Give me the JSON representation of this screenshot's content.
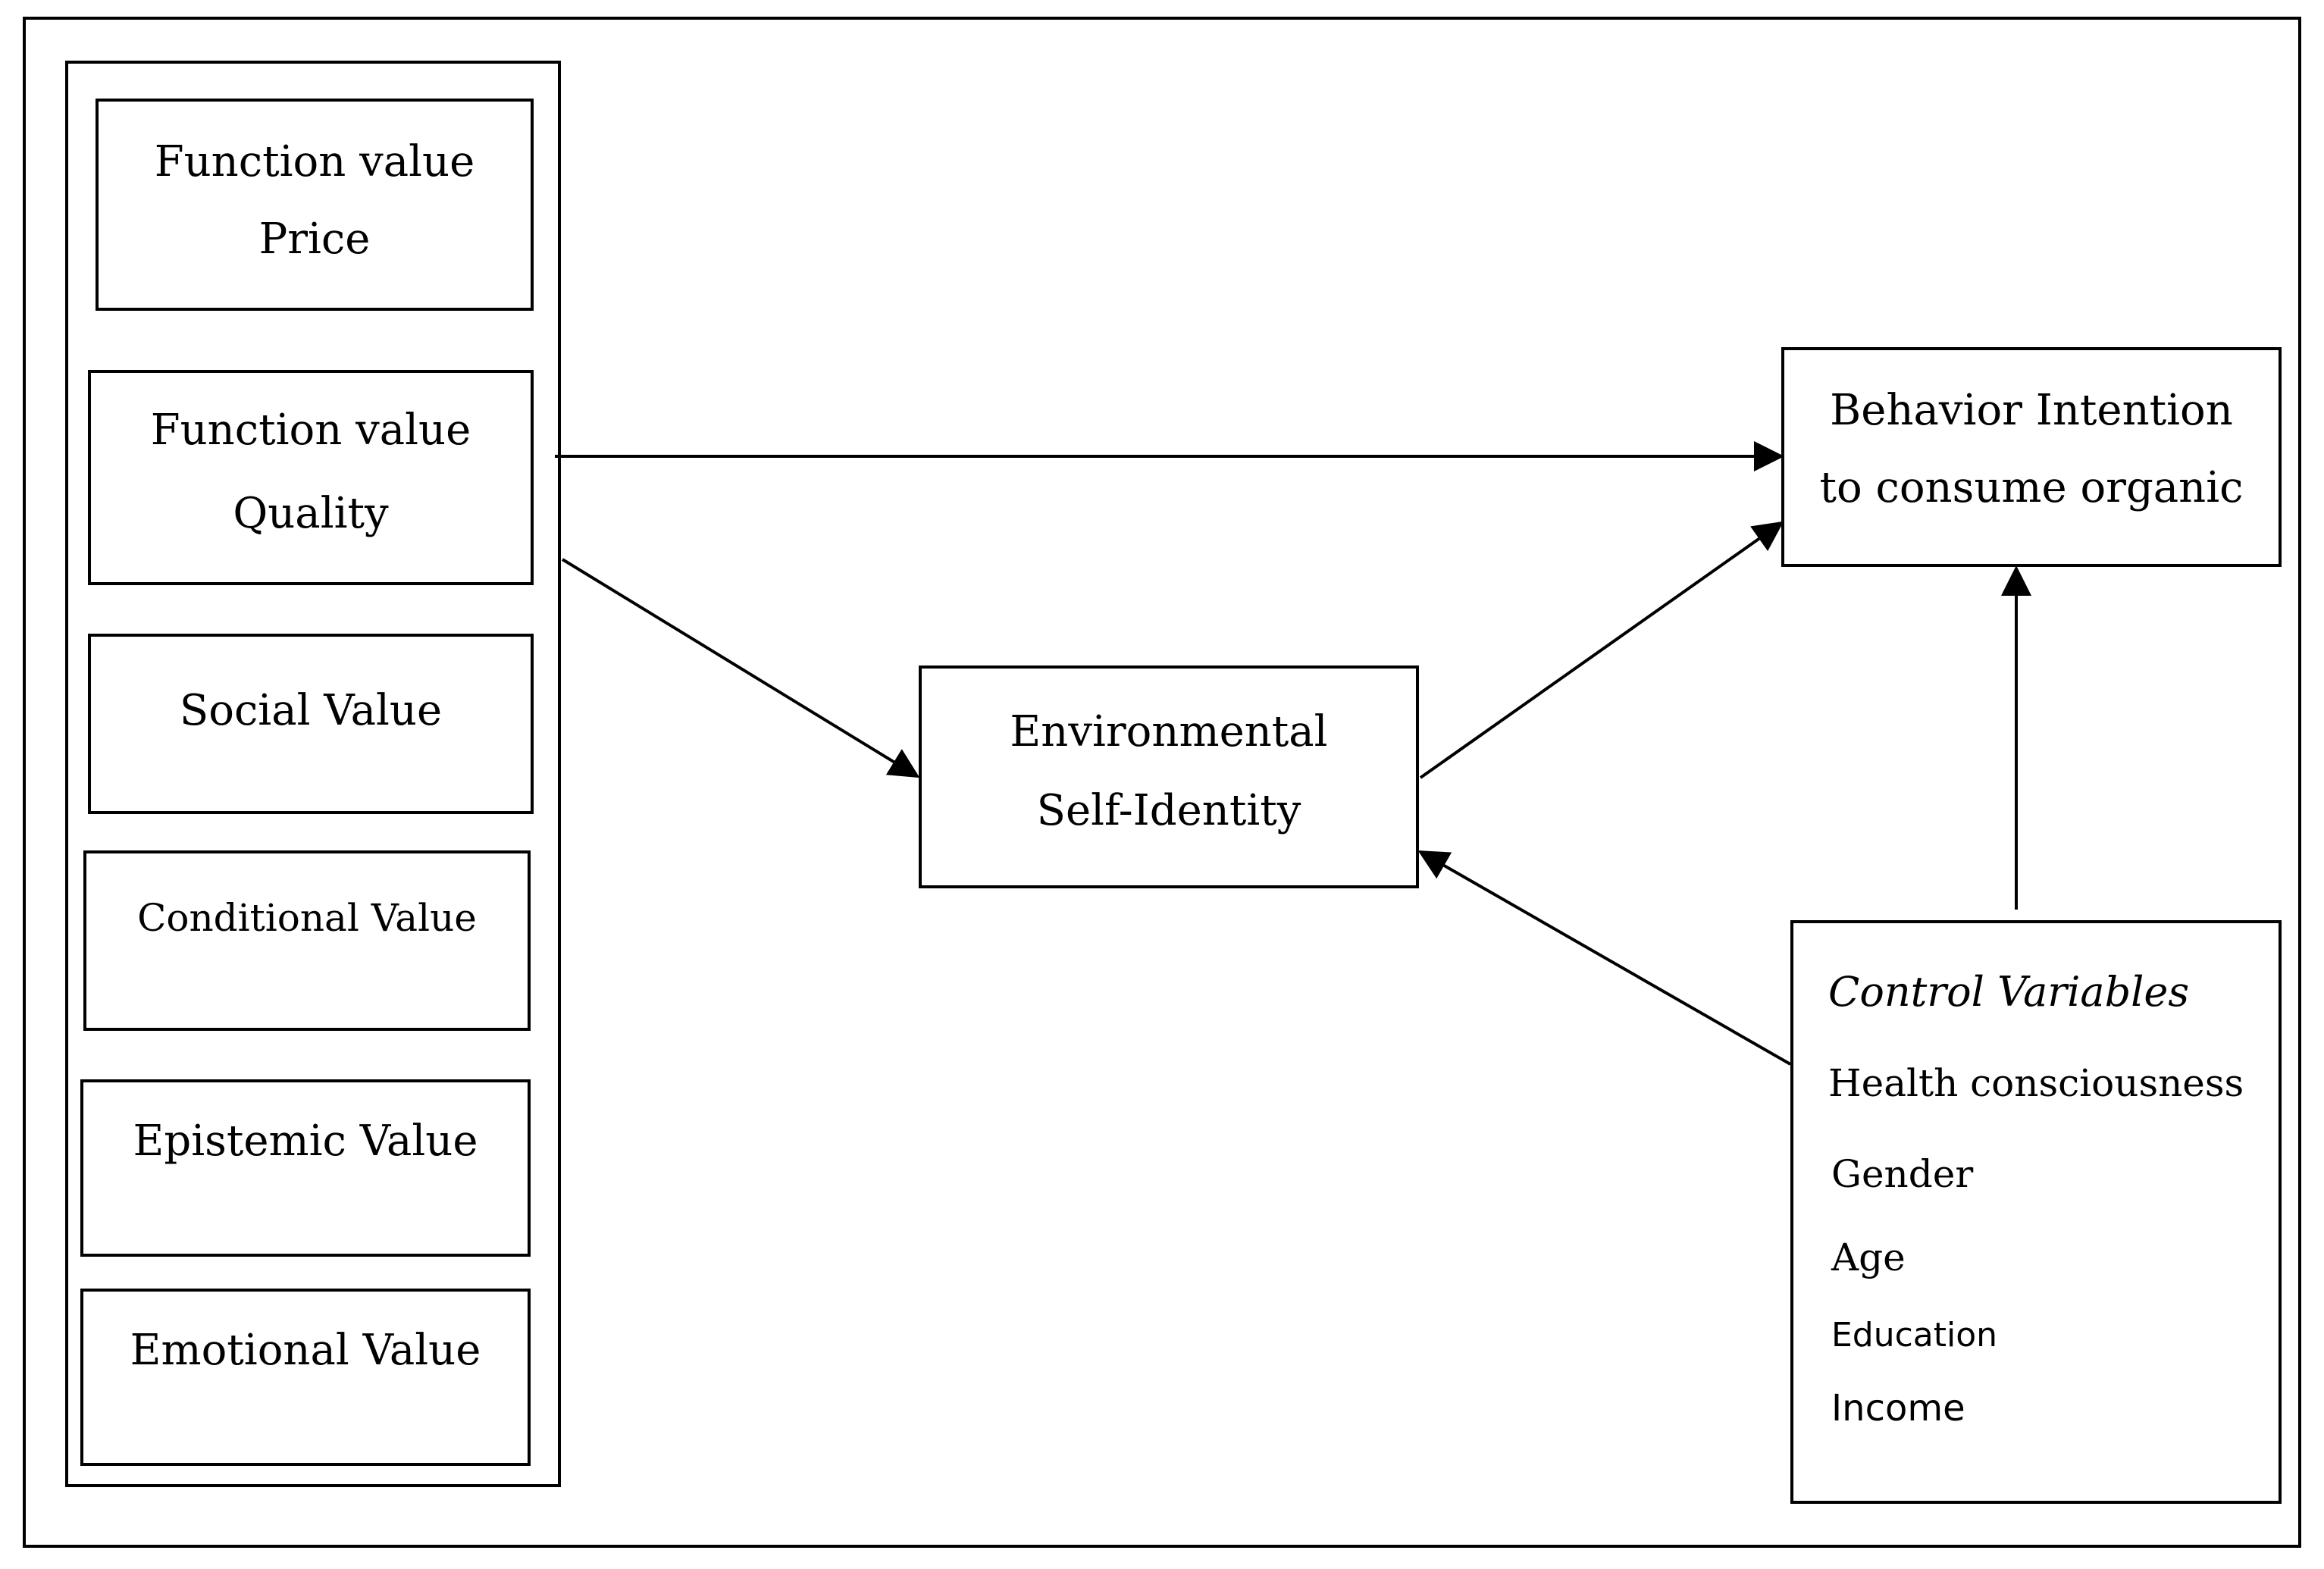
{
  "diagram": {
    "value_boxes": [
      {
        "line1": "Function value",
        "line2": "Price"
      },
      {
        "line1": "Function value",
        "line2": "Quality"
      },
      {
        "line1": "Social Value"
      },
      {
        "line1": "Conditional Value"
      },
      {
        "line1": "Epistemic Value"
      },
      {
        "line1": "Emotional Value"
      }
    ],
    "mediator": {
      "line1": "Environmental",
      "line2": "Self-Identity"
    },
    "outcome": {
      "line1": "Behavior Intention",
      "line2": "to consume organic"
    },
    "controls": {
      "title": "Control Variables",
      "items": [
        "Health consciousness",
        "Gender",
        "Age",
        "Education",
        "Income"
      ]
    }
  }
}
